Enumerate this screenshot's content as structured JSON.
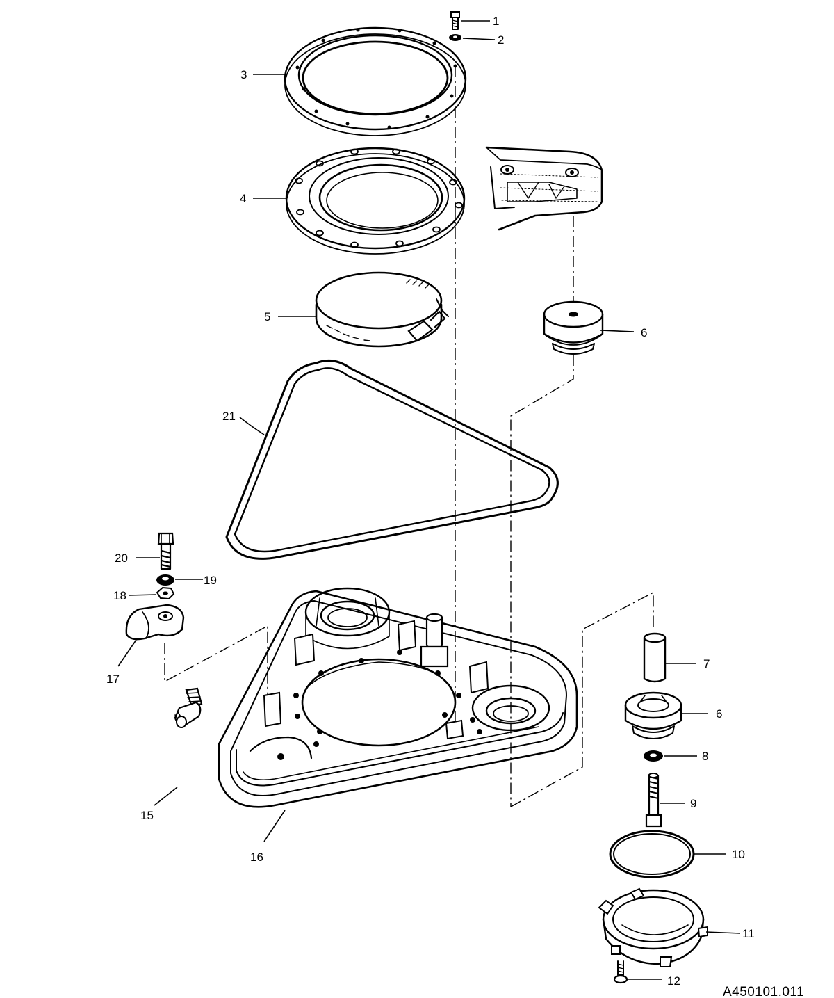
{
  "figure_ref": "A450101.011",
  "callouts": [
    {
      "id": "1",
      "label": "1"
    },
    {
      "id": "2",
      "label": "2"
    },
    {
      "id": "3",
      "label": "3"
    },
    {
      "id": "4",
      "label": "4"
    },
    {
      "id": "5",
      "label": "5"
    },
    {
      "id": "6a",
      "label": "6"
    },
    {
      "id": "6b",
      "label": "6"
    },
    {
      "id": "7",
      "label": "7"
    },
    {
      "id": "8",
      "label": "8"
    },
    {
      "id": "9",
      "label": "9"
    },
    {
      "id": "10",
      "label": "10"
    },
    {
      "id": "11",
      "label": "11"
    },
    {
      "id": "12",
      "label": "12"
    },
    {
      "id": "15",
      "label": "15"
    },
    {
      "id": "16",
      "label": "16"
    },
    {
      "id": "17",
      "label": "17"
    },
    {
      "id": "18",
      "label": "18"
    },
    {
      "id": "19",
      "label": "19"
    },
    {
      "id": "20",
      "label": "20"
    },
    {
      "id": "21",
      "label": "21"
    }
  ]
}
